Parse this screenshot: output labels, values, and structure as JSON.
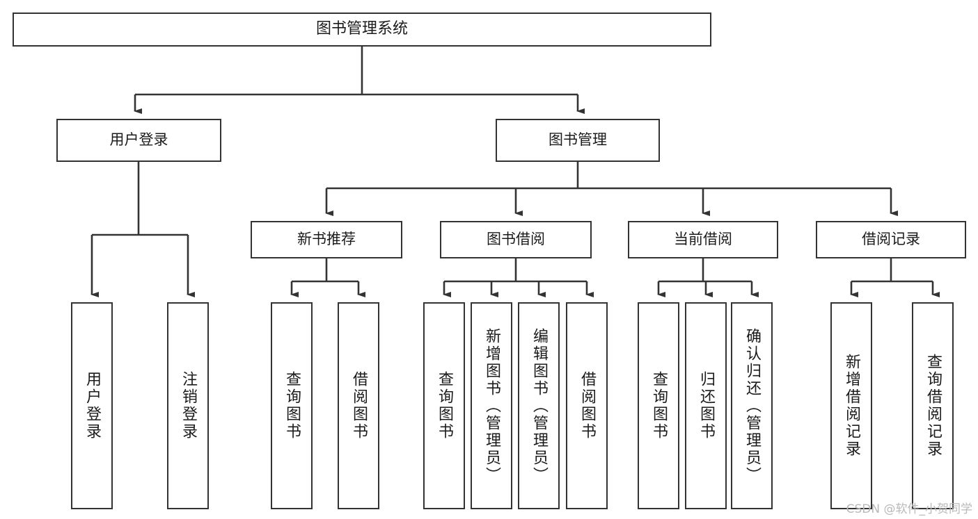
{
  "diagram": {
    "title": "图书管理系统",
    "type": "tree-hierarchy",
    "root": {
      "label": "图书管理系统"
    },
    "level2": [
      {
        "label": "用户登录"
      },
      {
        "label": "图书管理"
      }
    ],
    "level3": [
      {
        "label": "新书推荐"
      },
      {
        "label": "图书借阅"
      },
      {
        "label": "当前借阅"
      },
      {
        "label": "借阅记录"
      }
    ],
    "leaves": {
      "user_login": [
        {
          "label": "用户登录"
        },
        {
          "label": "注销登录"
        }
      ],
      "new_book_recommend": [
        {
          "label": "查询图书"
        },
        {
          "label": "借阅图书"
        }
      ],
      "book_borrow": [
        {
          "label": "查询图书"
        },
        {
          "label": "新增图书（管理员）"
        },
        {
          "label": "编辑图书（管理员）"
        },
        {
          "label": "借阅图书"
        }
      ],
      "current_borrow": [
        {
          "label": "查询图书"
        },
        {
          "label": "归还图书"
        },
        {
          "label": "确认归还（管理员）"
        }
      ],
      "borrow_record": [
        {
          "label": "新增借阅记录"
        },
        {
          "label": "查询借阅记录"
        }
      ]
    }
  },
  "watermark": {
    "text": "CSDN @软件_小贺同学"
  },
  "colors": {
    "border": "#333333",
    "text": "#1b1b1b",
    "background": "#ffffff",
    "watermark": "#b9b9b9"
  }
}
